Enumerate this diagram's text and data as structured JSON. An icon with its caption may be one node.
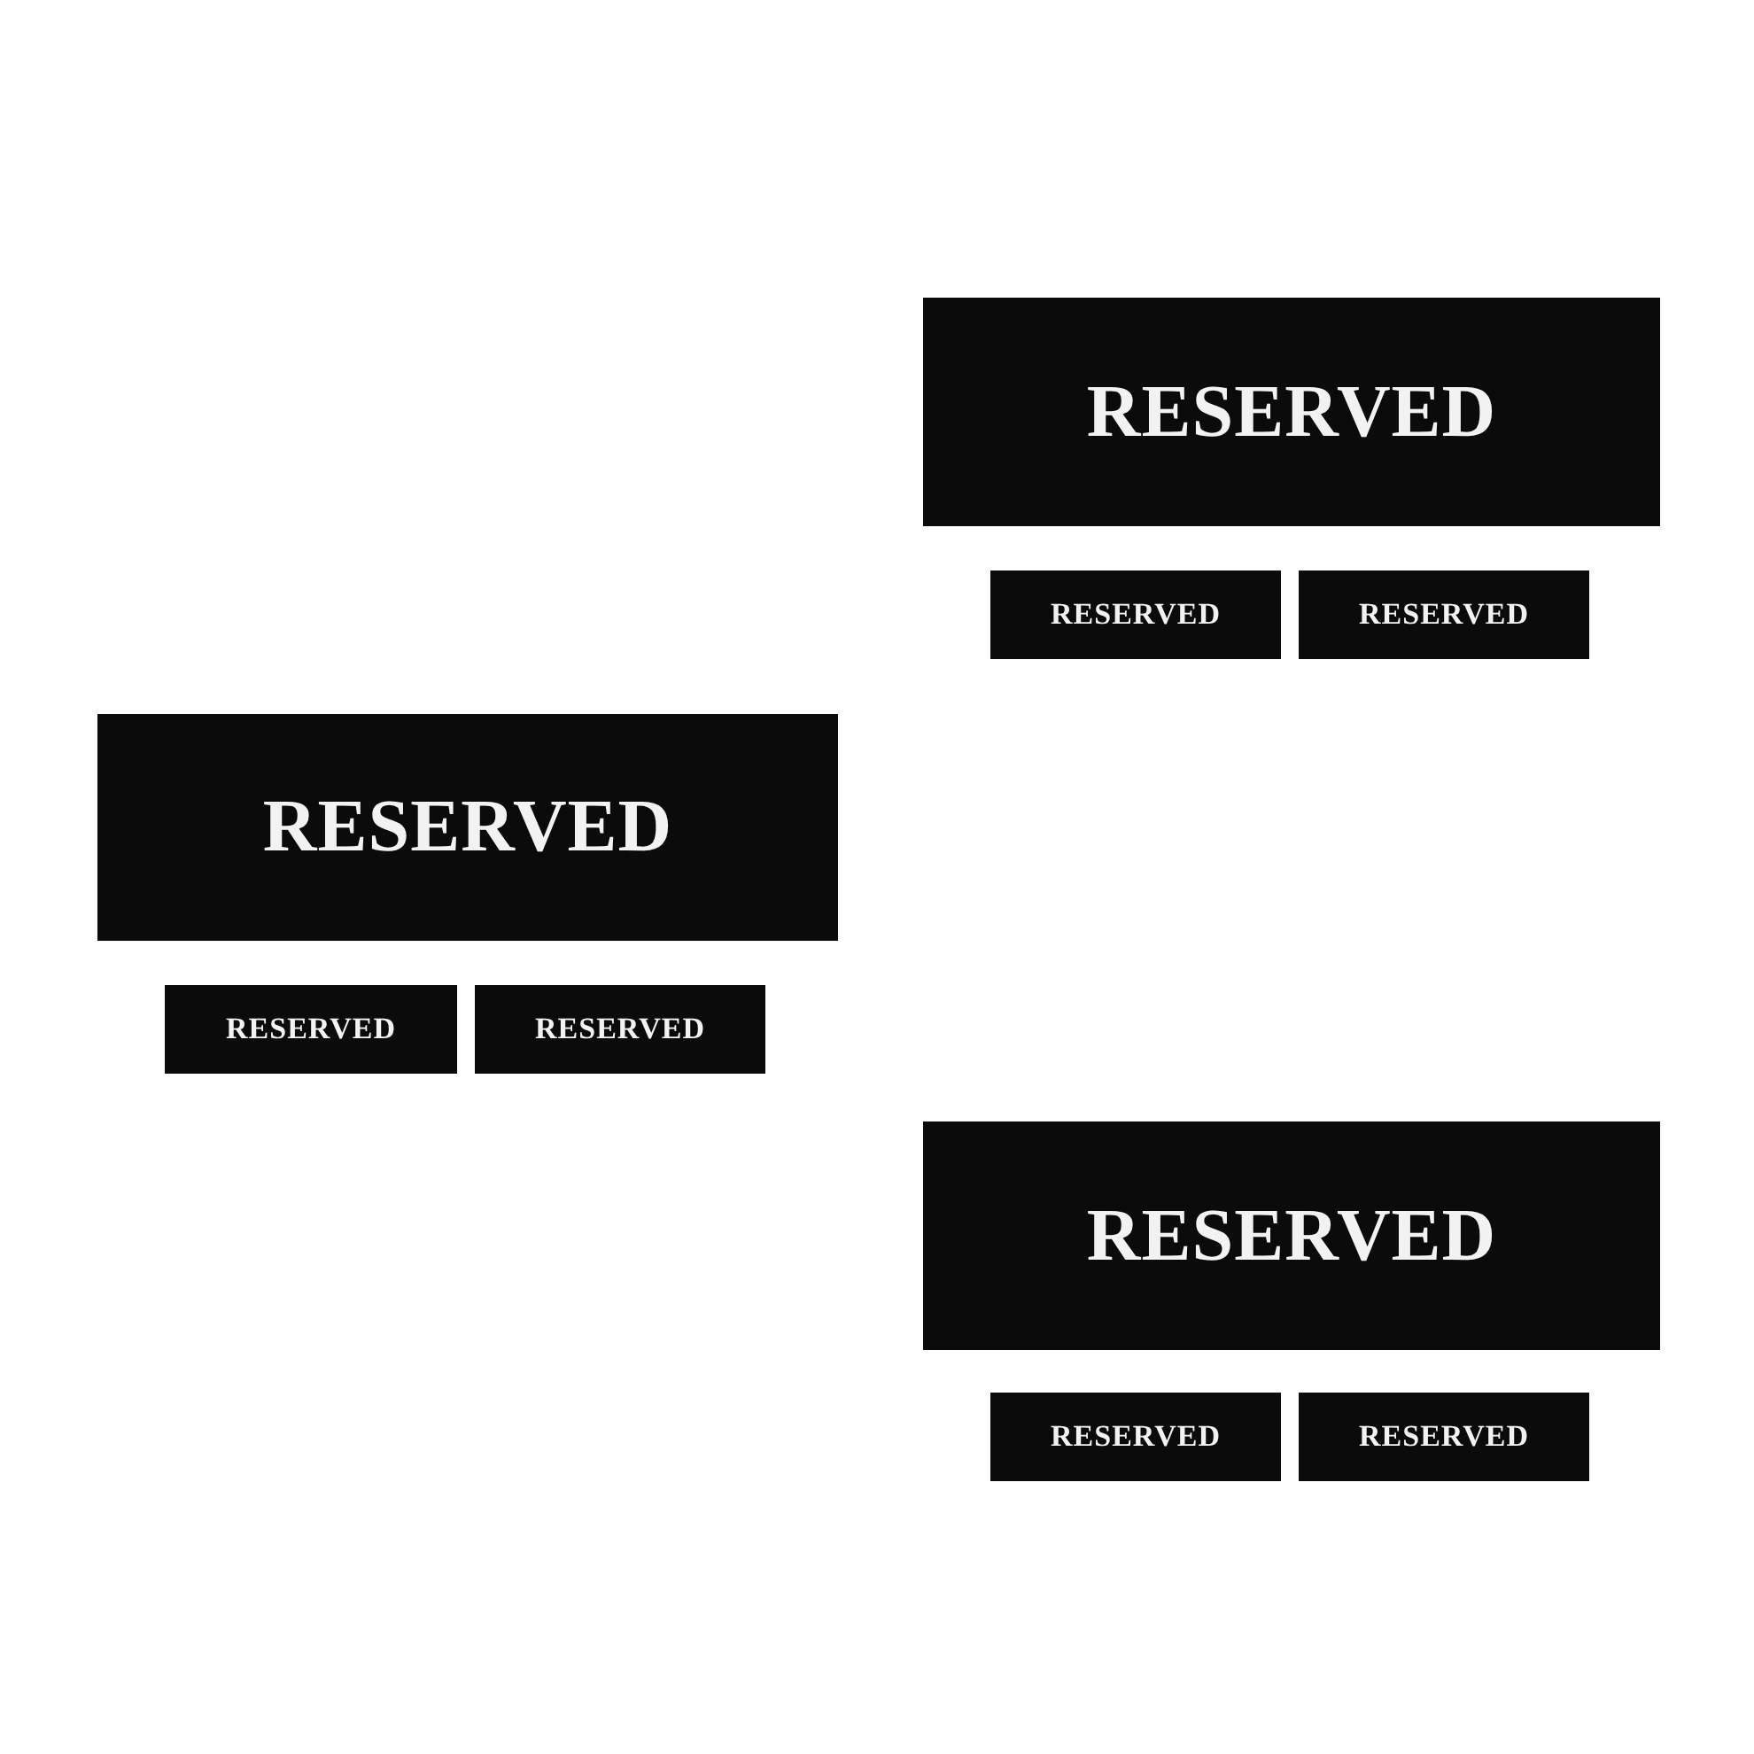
{
  "diagram": {
    "nodes": [
      {
        "text": [
          "RESERVED"
        ]
      },
      {
        "text": [
          "RESERVED"
        ]
      },
      {
        "text": [
          "RESERVED"
        ]
      },
      {
        "text": [
          "RESERVED"
        ]
      },
      {
        "text": [
          "RESERVED"
        ]
      },
      {
        "text": [
          "RESERVED"
        ]
      },
      {
        "text": [
          "RESERVED"
        ]
      },
      {
        "text": [
          "RESERVED"
        ]
      },
      {
        "text": [
          "RESERVED"
        ]
      }
    ]
  }
}
